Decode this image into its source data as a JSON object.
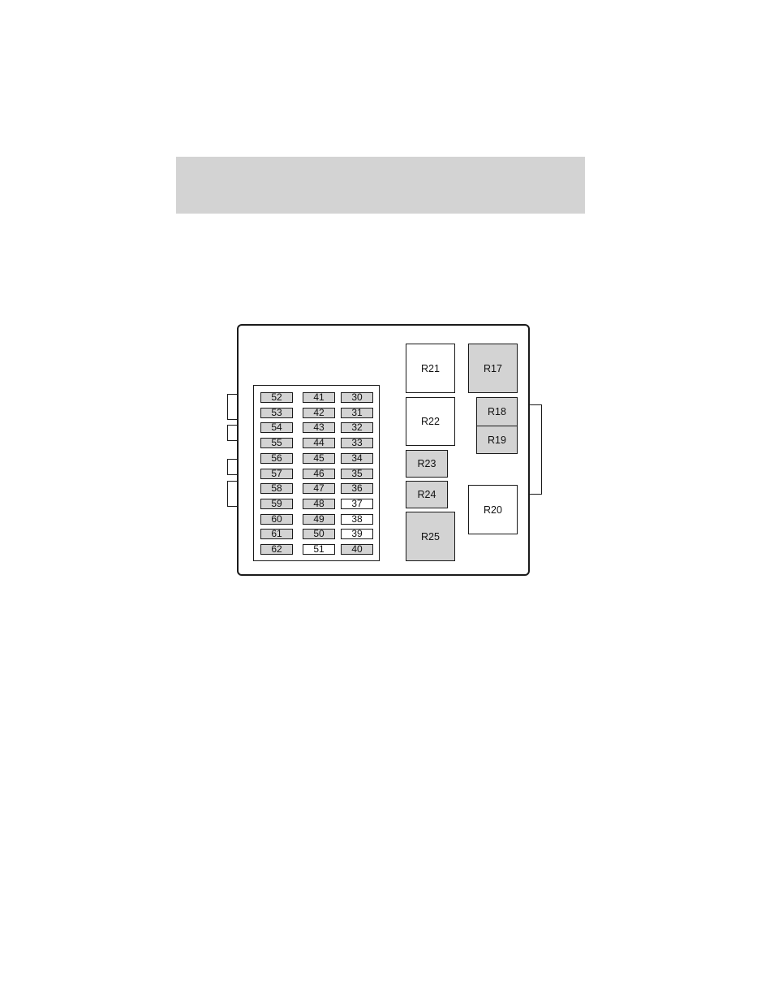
{
  "colors": {
    "header_band": "#d3d3d3",
    "filled": "#d3d3d3",
    "empty": "#ffffff",
    "line": "#1a1a1a"
  },
  "fuses": [
    {
      "label": "52",
      "shade": "gray"
    },
    {
      "label": "41",
      "shade": "gray"
    },
    {
      "label": "30",
      "shade": "gray"
    },
    {
      "label": "53",
      "shade": "gray"
    },
    {
      "label": "42",
      "shade": "gray"
    },
    {
      "label": "31",
      "shade": "gray"
    },
    {
      "label": "54",
      "shade": "gray"
    },
    {
      "label": "43",
      "shade": "gray"
    },
    {
      "label": "32",
      "shade": "gray"
    },
    {
      "label": "55",
      "shade": "gray"
    },
    {
      "label": "44",
      "shade": "gray"
    },
    {
      "label": "33",
      "shade": "gray"
    },
    {
      "label": "56",
      "shade": "gray"
    },
    {
      "label": "45",
      "shade": "gray"
    },
    {
      "label": "34",
      "shade": "gray"
    },
    {
      "label": "57",
      "shade": "gray"
    },
    {
      "label": "46",
      "shade": "gray"
    },
    {
      "label": "35",
      "shade": "gray"
    },
    {
      "label": "58",
      "shade": "gray"
    },
    {
      "label": "47",
      "shade": "gray"
    },
    {
      "label": "36",
      "shade": "gray"
    },
    {
      "label": "59",
      "shade": "gray"
    },
    {
      "label": "48",
      "shade": "gray"
    },
    {
      "label": "37",
      "shade": "white"
    },
    {
      "label": "60",
      "shade": "gray"
    },
    {
      "label": "49",
      "shade": "gray"
    },
    {
      "label": "38",
      "shade": "white"
    },
    {
      "label": "61",
      "shade": "gray"
    },
    {
      "label": "50",
      "shade": "gray"
    },
    {
      "label": "39",
      "shade": "white"
    },
    {
      "label": "62",
      "shade": "gray"
    },
    {
      "label": "51",
      "shade": "white"
    },
    {
      "label": "40",
      "shade": "gray"
    }
  ],
  "relays": {
    "r21": {
      "label": "R21",
      "shade": "white"
    },
    "r17": {
      "label": "R17",
      "shade": "gray"
    },
    "r22": {
      "label": "R22",
      "shade": "white"
    },
    "r18": {
      "label": "R18",
      "shade": "gray"
    },
    "r19": {
      "label": "R19",
      "shade": "gray"
    },
    "r23": {
      "label": "R23",
      "shade": "gray"
    },
    "r24": {
      "label": "R24",
      "shade": "gray"
    },
    "r20": {
      "label": "R20",
      "shade": "white"
    },
    "r25": {
      "label": "R25",
      "shade": "gray"
    }
  }
}
